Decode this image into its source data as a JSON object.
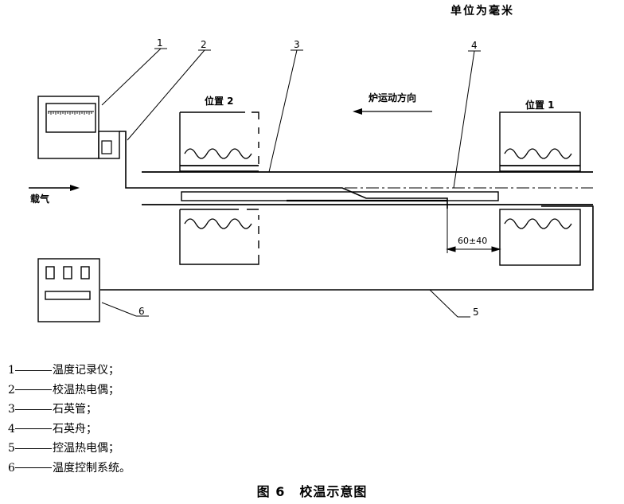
{
  "unit_note": "单位为毫米",
  "callouts": [
    "1",
    "2",
    "3",
    "4",
    "5",
    "6"
  ],
  "labels": {
    "position_2": "位置 2",
    "position_1": "位置 1",
    "furnace_direction": "炉运动方向",
    "carrier_gas": "载气",
    "distance": "60±40"
  },
  "legend": [
    {
      "num": "1",
      "text": "温度记录仪；"
    },
    {
      "num": "2",
      "text": "校温热电偶；"
    },
    {
      "num": "3",
      "text": "石英管；"
    },
    {
      "num": "4",
      "text": "石英舟；"
    },
    {
      "num": "5",
      "text": "控温热电偶；"
    },
    {
      "num": "6",
      "text": "温度控制系统。"
    }
  ],
  "caption": {
    "figure": "图 6",
    "title": "校温示意图"
  }
}
